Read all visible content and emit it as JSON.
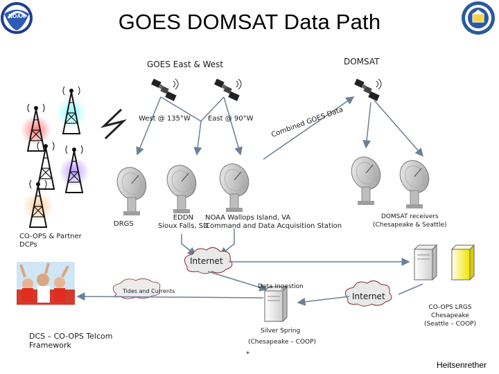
{
  "title": "GOES DOMSAT Data Path",
  "logos": {
    "left": "NOAA",
    "right": "seal-icon"
  },
  "labels": {
    "goes_east_west": "GOES East & West",
    "domsat": "DOMSAT",
    "west": "West @ 135°W",
    "east": "East @ 90°W",
    "combined": "Combined GOES Data",
    "drgs": "DRGS",
    "eddn": "EDDN\nSioux Falls, SD",
    "wallops": "NOAA Wallops Island, VA\nCommand and Data Acquisition Station",
    "domsat_receivers": "DOMSAT receivers\n(Chesapeake & Seattle)",
    "coops_dcps": "CO-OPS & Partner\nDCPs",
    "internet1": "Internet",
    "internet2": "Internet",
    "data_ingestion": "Data Ingestion",
    "tides": "Tides and Currents",
    "lrgs": "CO-OPS LRGS\nChesapeake\n(Seattle – COOP)",
    "silver_spring": "Silver Spring",
    "chesapeake": "(Chesapeake – COOP)",
    "asterisk": "*",
    "framework": "DCS – CO-OPS Telcom\nFramework",
    "author": "Heitsenrether"
  }
}
